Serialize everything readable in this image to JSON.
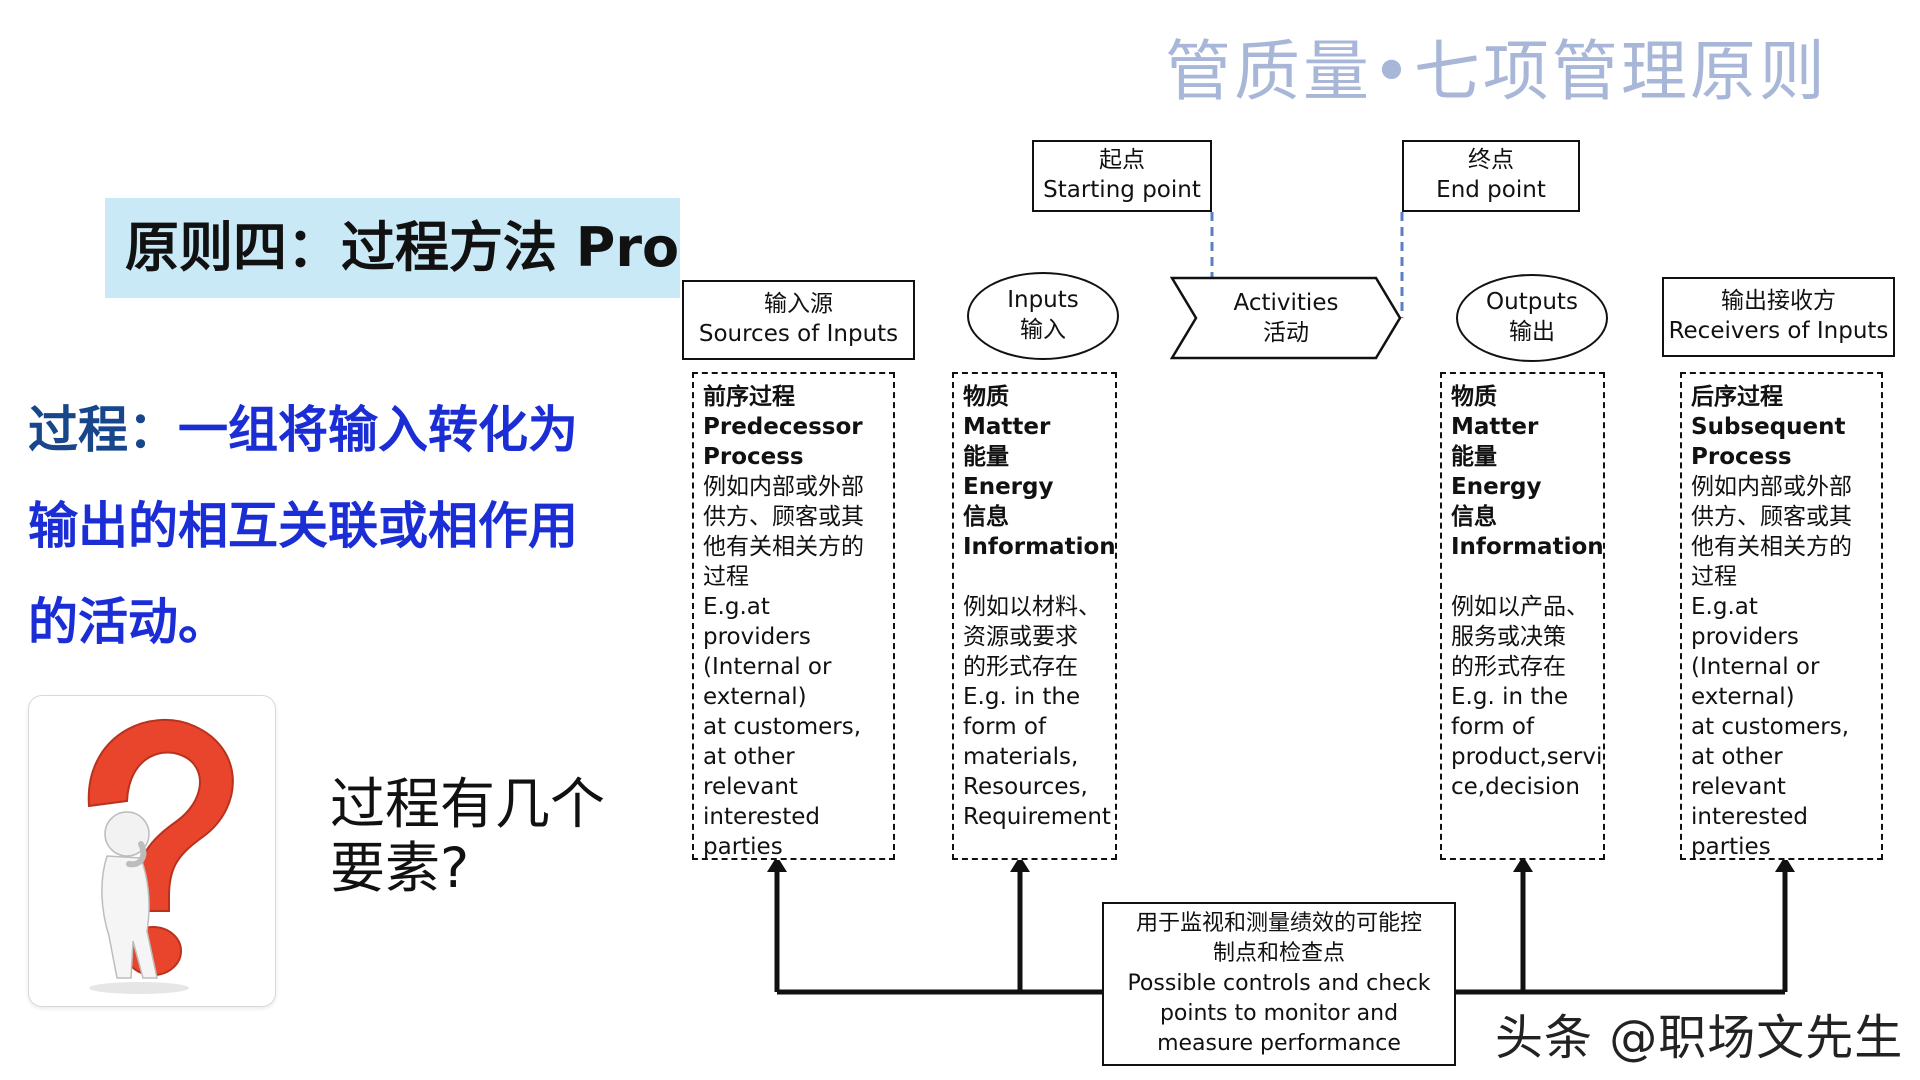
{
  "header": {
    "title": "管质量•七项管理原则"
  },
  "banner": {
    "label": "原则四：过程方法 Pro"
  },
  "definition": {
    "label": "过程：",
    "line1": "一组将输入转化为",
    "line2": "输出的相互关联或相作用",
    "line3": "的活动。"
  },
  "question": {
    "line1": "过程有几个",
    "line2": "要素?"
  },
  "diagram": {
    "start_point": {
      "zh": "起点",
      "en": "Starting point"
    },
    "end_point": {
      "zh": "终点",
      "en": "End point"
    },
    "sources": {
      "zh": "输入源",
      "en": "Sources of Inputs"
    },
    "inputs": {
      "en": "Inputs",
      "zh": "输入"
    },
    "activities": {
      "en": "Activities",
      "zh": "活动"
    },
    "outputs": {
      "en": "Outputs",
      "zh": "输出"
    },
    "receivers": {
      "zh": "输出接收方",
      "en": "Receivers of Inputs"
    },
    "predecessor": {
      "bold": [
        "前序过程",
        "Predecessor",
        "Process"
      ],
      "normal": [
        "例如内部或外部",
        "供方、顾客或其",
        "他有关相关方的",
        "过程",
        "E.g.at providers",
        "(Internal or",
        "external)",
        "at customers,",
        "at other relevant",
        "interested",
        "parties"
      ]
    },
    "input_matter": {
      "bold": [
        "物质",
        "Matter",
        "能量",
        "Energy",
        "信息",
        "Information"
      ],
      "normal": [
        "例如以材料、",
        "资源或要求",
        "的形式存在",
        "E.g. in the",
        "form of",
        "materials,",
        "Resources,",
        "Requirement"
      ]
    },
    "output_matter": {
      "bold": [
        "物质",
        "Matter",
        "能量",
        "Energy",
        "信息",
        "Information"
      ],
      "normal": [
        "例如以产品、",
        "服务或决策",
        "的形式存在",
        "E.g. in the",
        "form of",
        "product,servi",
        "ce,decision"
      ]
    },
    "subsequent": {
      "bold": [
        "后序过程",
        "Subsequent",
        "Process"
      ],
      "normal": [
        "例如内部或外部",
        "供方、顾客或其",
        "他有关相关方的",
        "过程",
        "E.g.at providers",
        "(Internal or",
        "external)",
        "at customers,",
        "at other relevant",
        "interested",
        "parties"
      ]
    },
    "controls": {
      "zh1": "用于监视和测量绩效的可能控",
      "zh2": "制点和检查点",
      "en1": "Possible controls and check",
      "en2": "points to monitor and",
      "en3": "measure performance"
    }
  },
  "watermark": {
    "text": "头条 @职场文先生"
  },
  "icons": {
    "question": "question-mark-figure-icon"
  },
  "colors": {
    "title": "#a8b7d8",
    "banner_bg": "#c9e9f7",
    "definition_blue": "#1b2ed6",
    "question_mark": "#e8452c",
    "connector_blue": "#5b7fc2"
  }
}
